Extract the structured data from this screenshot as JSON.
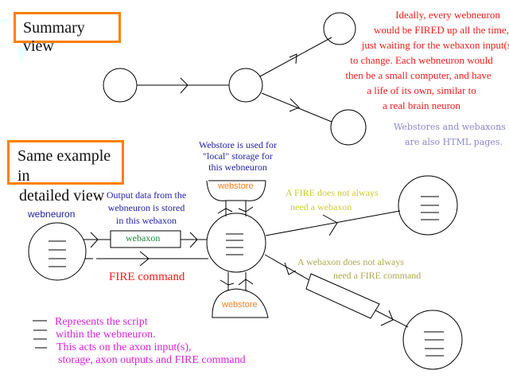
{
  "summary": {
    "title": "Summary view"
  },
  "detailed": {
    "title_line1": "Same example in",
    "title_line2": "detailed view"
  },
  "note_red": {
    "lines": [
      "Ideally, every webneuron",
      "would be FIRED up all the time,",
      "just waiting for the webaxon input(s)",
      "to change. Each webneuron would",
      "then be a small computer, and have",
      "a life of its own, similar to",
      "a real brain neuron"
    ]
  },
  "note_lavender": {
    "lines": [
      "Webstores and webaxons",
      "are also HTML pages."
    ]
  },
  "webstore_note": {
    "lines": [
      "Webstore is used for",
      "\"local\" storage for",
      "this webneuron"
    ]
  },
  "output_note": {
    "lines": [
      "Output data from the",
      "webneuron is stored",
      "in this webaxon"
    ]
  },
  "labels": {
    "webneuron": "webneuron",
    "webaxon": "webaxon",
    "webstore_top": "webstore",
    "webstore_bottom": "webstore",
    "fire_command": "FIRE command"
  },
  "fire_note": {
    "lines": [
      "A FIRE does not always",
      "need a webaxon"
    ]
  },
  "webaxon_note": {
    "lines": [
      "A webaxon does not always",
      "need a FIRE command"
    ]
  },
  "legend": {
    "lines": [
      "Represents the script",
      "within the webneuron.",
      "This acts on the axon input(s),",
      "storage, axon outputs and FIRE command"
    ]
  },
  "colors": {
    "title_border": "#ff8000",
    "note_red": "#ff1a1a",
    "note_blue": "#2222aa",
    "note_lavender": "#8888cc",
    "note_olive": "#cccc33",
    "note_khaki": "#b0a850",
    "webstore_label": "#ff8020",
    "webaxon_label": "#1a8a3a",
    "legend_text": "#dd22dd"
  }
}
